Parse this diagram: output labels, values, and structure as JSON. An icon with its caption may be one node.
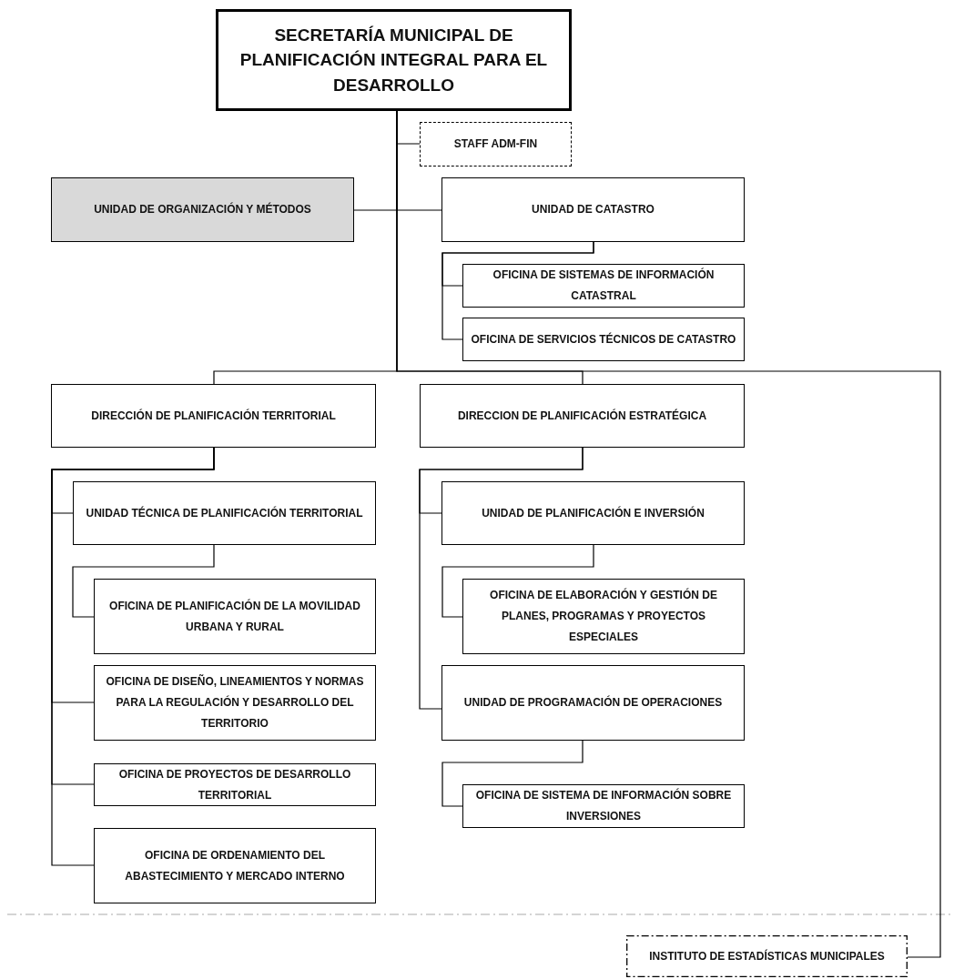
{
  "diagram": {
    "nodes": [
      {
        "text": [
          "SECRETARÍA MUNICIPAL DE PLANIFICACIÓN INTEGRAL PARA EL DESARROLLO"
        ]
      },
      {
        "text": [
          "STAFF ADM-FIN"
        ]
      },
      {
        "text": [
          "UNIDAD DE ORGANIZACIÓN Y MÉTODOS"
        ]
      },
      {
        "text": [
          "UNIDAD DE CATASTRO"
        ]
      },
      {
        "text": [
          "OFICINA DE SISTEMAS DE INFORMACIÓN CATASTRAL"
        ]
      },
      {
        "text": [
          "OFICINA DE SERVICIOS TÉCNICOS DE CATASTRO"
        ]
      },
      {
        "text": [
          "DIRECCIÓN DE PLANIFICACIÓN TERRITORIAL"
        ]
      },
      {
        "text": [
          "DIRECCION DE PLANIFICACIÓN ESTRATÉGICA"
        ]
      },
      {
        "text": [
          "UNIDAD TÉCNICA DE PLANIFICACIÓN TERRITORIAL"
        ]
      },
      {
        "text": [
          "OFICINA DE PLANIFICACIÓN DE LA MOVILIDAD URBANA Y RURAL"
        ]
      },
      {
        "text": [
          "OFICINA DE DISEÑO, LINEAMIENTOS Y NORMAS PARA LA REGULACIÓN Y DESARROLLO DEL TERRITORIO"
        ]
      },
      {
        "text": [
          "OFICINA DE PROYECTOS DE DESARROLLO TERRITORIAL"
        ]
      },
      {
        "text": [
          "OFICINA DE ORDENAMIENTO DEL ABASTECIMIENTO Y MERCADO INTERNO"
        ]
      },
      {
        "text": [
          "UNIDAD DE PLANIFICACIÓN E INVERSIÓN"
        ]
      },
      {
        "text": [
          "OFICINA DE ELABORACIÓN Y GESTIÓN DE PLANES, PROGRAMAS Y PROYECTOS ESPECIALES"
        ]
      },
      {
        "text": [
          "UNIDAD DE PROGRAMACIÓN DE OPERACIONES"
        ]
      },
      {
        "text": [
          "OFICINA DE SISTEMA DE INFORMACIÓN SOBRE INVERSIONES"
        ]
      },
      {
        "text": [
          "INSTITUTO DE ESTADÍSTICAS MUNICIPALES"
        ]
      }
    ],
    "edges": [
      {
        "from": 0,
        "to": 1,
        "arrow": "none"
      },
      {
        "from": 0,
        "to": 2,
        "arrow": "none"
      },
      {
        "from": 0,
        "to": 3,
        "arrow": "none"
      },
      {
        "from": 3,
        "to": 4,
        "arrow": "none"
      },
      {
        "from": 3,
        "to": 5,
        "arrow": "none"
      },
      {
        "from": 0,
        "to": 6,
        "arrow": "none"
      },
      {
        "from": 0,
        "to": 7,
        "arrow": "none"
      },
      {
        "from": 0,
        "to": 17,
        "arrow": "none"
      },
      {
        "from": 6,
        "to": 8,
        "arrow": "none"
      },
      {
        "from": 8,
        "to": 9,
        "arrow": "none"
      },
      {
        "from": 6,
        "to": 10,
        "arrow": "none"
      },
      {
        "from": 6,
        "to": 11,
        "arrow": "none"
      },
      {
        "from": 6,
        "to": 12,
        "arrow": "none"
      },
      {
        "from": 7,
        "to": 13,
        "arrow": "none"
      },
      {
        "from": 13,
        "to": 14,
        "arrow": "none"
      },
      {
        "from": 7,
        "to": 15,
        "arrow": "none"
      },
      {
        "from": 15,
        "to": 16,
        "arrow": "none"
      }
    ]
  }
}
